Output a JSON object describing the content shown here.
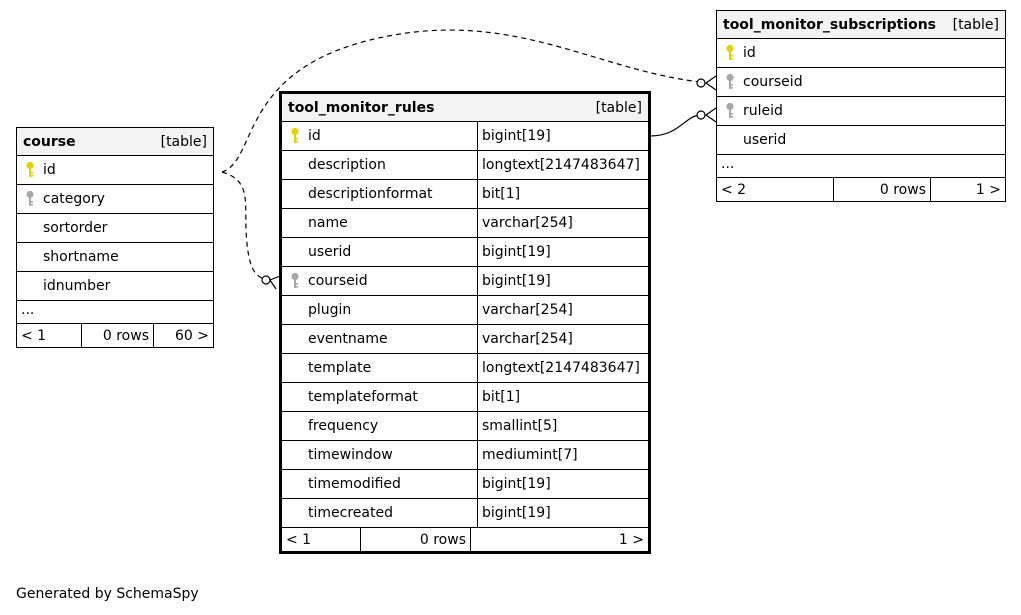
{
  "tables": {
    "course": {
      "name": "course",
      "kind": "[table]",
      "columns": [
        {
          "name": "id",
          "key": "primary"
        },
        {
          "name": "category",
          "key": "foreign"
        },
        {
          "name": "sortorder",
          "key": "none"
        },
        {
          "name": "shortname",
          "key": "none"
        },
        {
          "name": "idnumber",
          "key": "none"
        }
      ],
      "ellipsis": "...",
      "footer": {
        "prev": "< 1",
        "rows": "0 rows",
        "next": "60 >"
      }
    },
    "rules": {
      "name": "tool_monitor_rules",
      "kind": "[table]",
      "columns": [
        {
          "name": "id",
          "type": "bigint[19]",
          "key": "primary"
        },
        {
          "name": "description",
          "type": "longtext[2147483647]",
          "key": "none"
        },
        {
          "name": "descriptionformat",
          "type": "bit[1]",
          "key": "none"
        },
        {
          "name": "name",
          "type": "varchar[254]",
          "key": "none"
        },
        {
          "name": "userid",
          "type": "bigint[19]",
          "key": "none"
        },
        {
          "name": "courseid",
          "type": "bigint[19]",
          "key": "foreign"
        },
        {
          "name": "plugin",
          "type": "varchar[254]",
          "key": "none"
        },
        {
          "name": "eventname",
          "type": "varchar[254]",
          "key": "none"
        },
        {
          "name": "template",
          "type": "longtext[2147483647]",
          "key": "none"
        },
        {
          "name": "templateformat",
          "type": "bit[1]",
          "key": "none"
        },
        {
          "name": "frequency",
          "type": "smallint[5]",
          "key": "none"
        },
        {
          "name": "timewindow",
          "type": "mediumint[7]",
          "key": "none"
        },
        {
          "name": "timemodified",
          "type": "bigint[19]",
          "key": "none"
        },
        {
          "name": "timecreated",
          "type": "bigint[19]",
          "key": "none"
        }
      ],
      "footer": {
        "prev": "< 1",
        "rows": "0 rows",
        "next": "1 >"
      }
    },
    "subs": {
      "name": "tool_monitor_subscriptions",
      "kind": "[table]",
      "columns": [
        {
          "name": "id",
          "key": "primary"
        },
        {
          "name": "courseid",
          "key": "foreign"
        },
        {
          "name": "ruleid",
          "key": "foreign"
        },
        {
          "name": "userid",
          "key": "none"
        }
      ],
      "ellipsis": "...",
      "footer": {
        "prev": "< 2",
        "rows": "0 rows",
        "next": "1 >"
      }
    }
  },
  "footer_text": "Generated by SchemaSpy",
  "colors": {
    "primary_key": "#e6d200",
    "foreign_key": "#a8a8a8",
    "header_bg": "#f3f3f3"
  }
}
